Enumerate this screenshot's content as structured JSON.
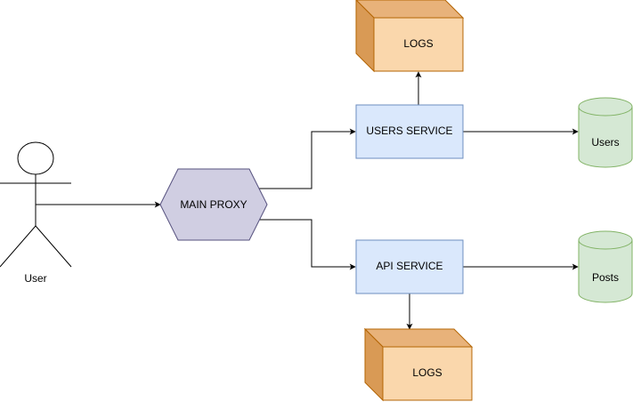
{
  "diagram": {
    "user": {
      "label": "User"
    },
    "proxy": {
      "label": "MAIN PROXY",
      "fill": "#d0cee2",
      "stroke": "#56517e"
    },
    "users_service": {
      "label": "USERS SERVICE",
      "fill": "#dae8fc",
      "stroke": "#6c8ebf"
    },
    "api_service": {
      "label": "API SERVICE",
      "fill": "#dae8fc",
      "stroke": "#6c8ebf"
    },
    "logs_top": {
      "label": "LOGS",
      "fill": "#fad7ac",
      "stroke": "#b46504"
    },
    "logs_bottom": {
      "label": "LOGS",
      "fill": "#fad7ac",
      "stroke": "#b46504"
    },
    "db_users": {
      "label": "Users",
      "fill": "#d5e8d4",
      "stroke": "#82b366"
    },
    "db_posts": {
      "label": "Posts",
      "fill": "#d5e8d4",
      "stroke": "#82b366"
    }
  }
}
